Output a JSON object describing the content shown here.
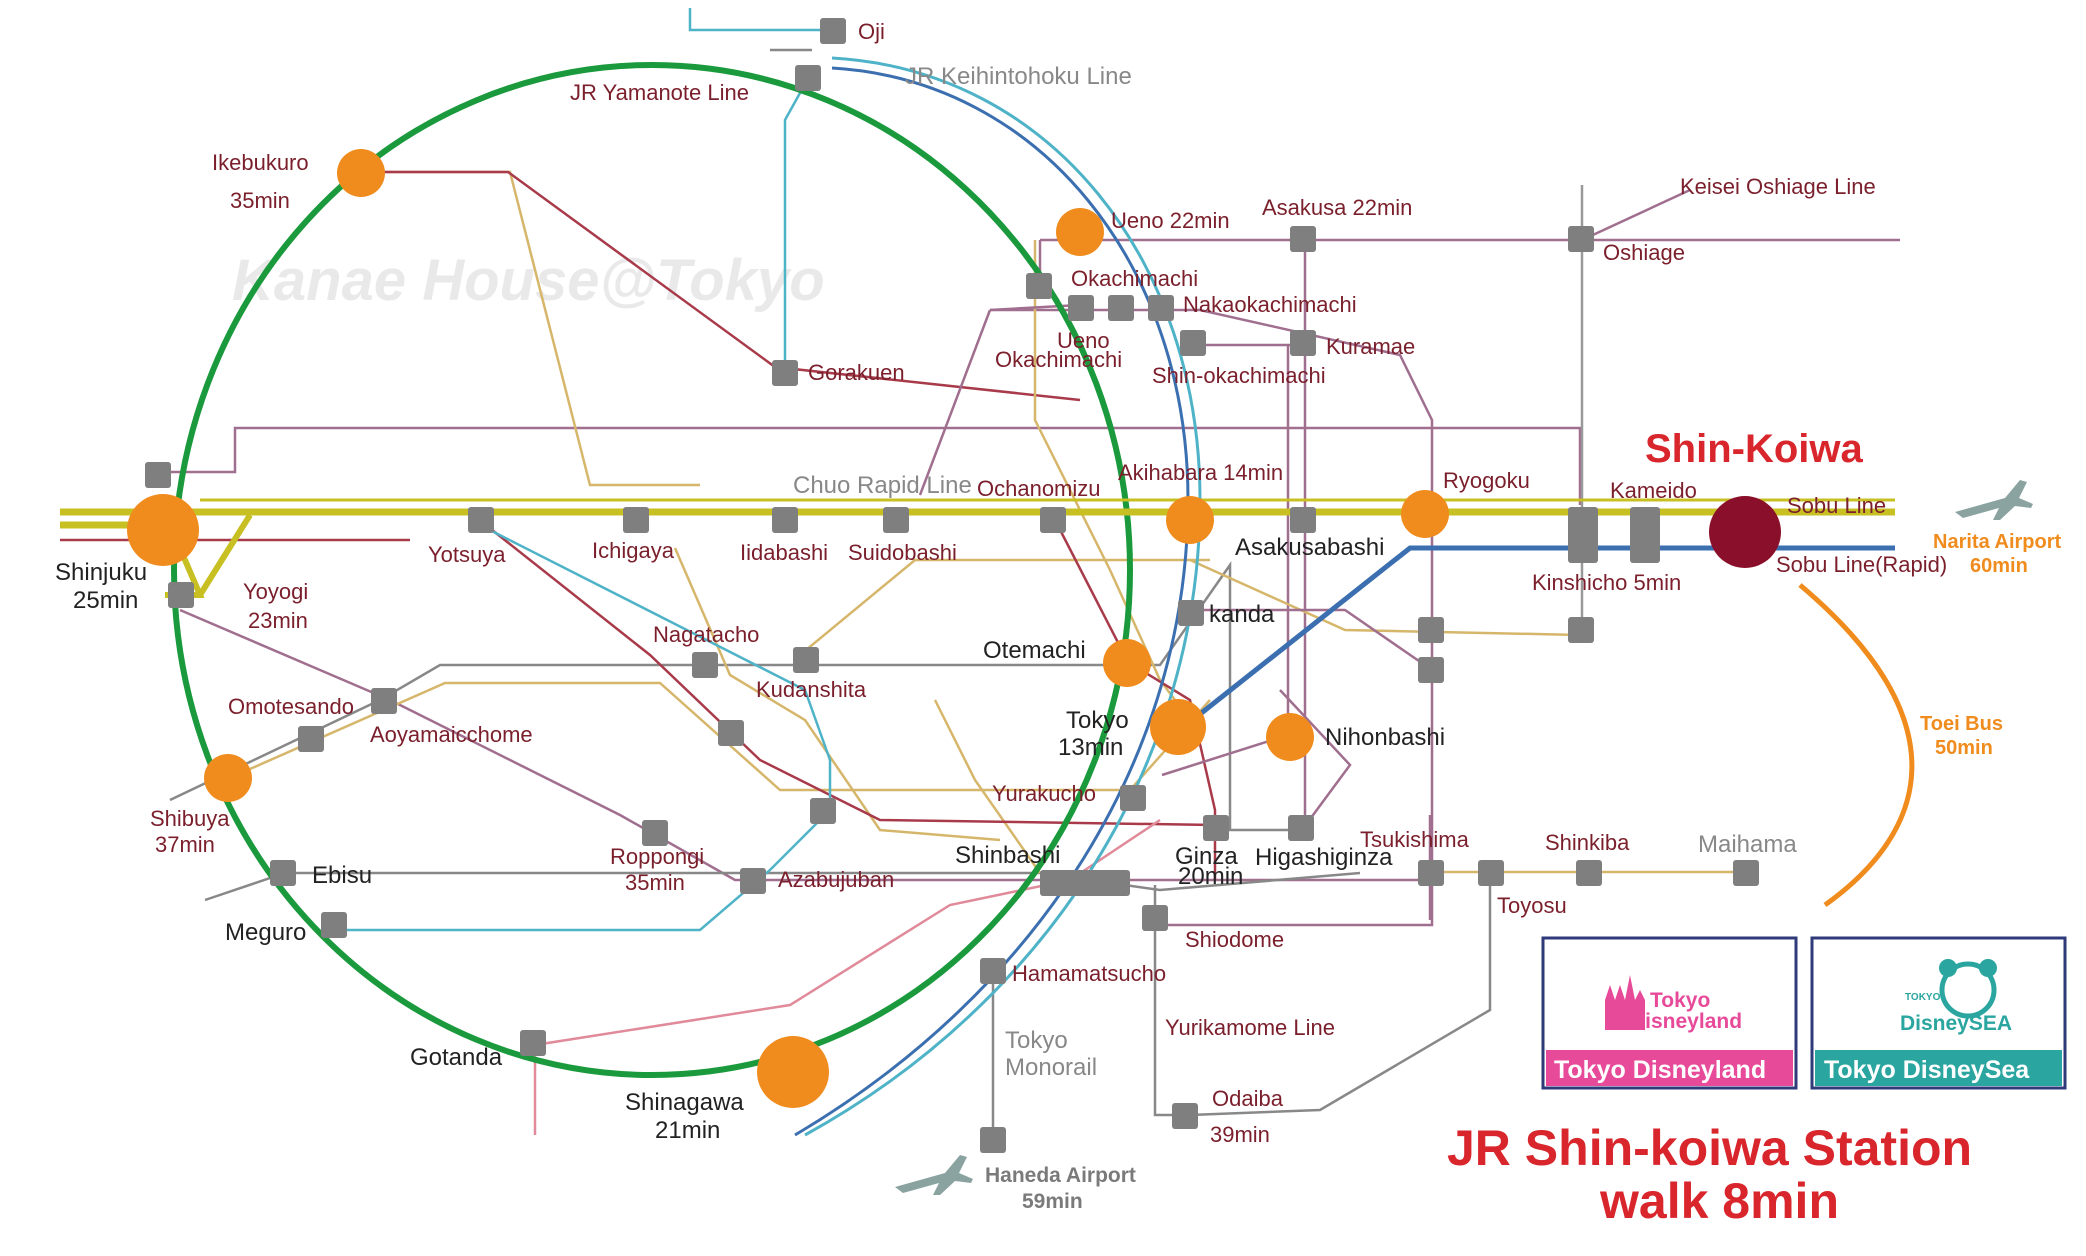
{
  "watermark": "Kanae House@Tokyo",
  "highlight": {
    "name": "Shin-Koiwa",
    "walk_line1": "JR Shin-koiwa Station",
    "walk_line2": "walk 8min"
  },
  "lines": {
    "yamanote": "JR Yamanote Line",
    "keihintohoku": "JR Keihintohoku Line",
    "keisei": "Keisei Oshiage Line",
    "chuo": "Chuo Rapid Line",
    "sobu": "Sobu Line",
    "sobu_rapid": "Sobu Line(Rapid)",
    "monorail_1": "Tokyo",
    "monorail_2": "Monorail",
    "yurikamome": "Yurikamome Line"
  },
  "airports": {
    "narita_1": "Narita Airport",
    "narita_2": "60min",
    "haneda_1": "Haneda Airport",
    "haneda_2": "59min"
  },
  "bus": {
    "line1": "Toei Bus",
    "line2": "50min"
  },
  "disney": {
    "land_logo_1": "Tokyo",
    "land_logo_2": "Disneyland",
    "land_label": "Tokyo Disneyland",
    "sea_logo_1": "TOKYO",
    "sea_logo_2": "DisneySEA",
    "sea_label": "Tokyo DisneySea"
  },
  "stations": {
    "oji": "Oji",
    "ikebukuro": "Ikebukuro",
    "ikebukuro_t": "35min",
    "ueno": "Ueno 22min",
    "asakusa": "Asakusa 22min",
    "oshiage": "Oshiage",
    "okachimachi": "Okachimachi",
    "nakaokachimachi": "Nakaokachimachi",
    "ueno_okachimachi_1": "Ueno",
    "ueno_okachimachi_2": "Okachimachi",
    "shin_okachimachi": "Shin-okachimachi",
    "kuramae": "Kuramae",
    "gorakuen": "Gorakuen",
    "ochanomizu": "Ochanomizu",
    "akihabara": "Akihabara 14min",
    "ryogoku": "Ryogoku",
    "kameido": "Kameido",
    "kinshicho": "Kinshicho 5min",
    "asakusabashi": "Asakusabashi",
    "shinjuku": "Shinjuku",
    "shinjuku_t": "25min",
    "yoyogi": "Yoyogi",
    "yoyogi_t": "23min",
    "yotsuya": "Yotsuya",
    "ichigaya": "Ichigaya",
    "iidabashi": "Iidabashi",
    "suidobashi": "Suidobashi",
    "kanda": "kanda",
    "nagatacho": "Nagatacho",
    "kudanshita": "Kudanshita",
    "otemachi": "Otemachi",
    "tokyo": "Tokyo",
    "tokyo_t": "13min",
    "nihonbashi": "Nihonbashi",
    "omotesando": "Omotesando",
    "aoyamaicchome": "Aoyamaicchome",
    "shibuya": "Shibuya",
    "shibuya_t": "37min",
    "yurakucho": "Yurakucho",
    "roppongi": "Roppongi",
    "roppongi_t": "35min",
    "azabujuban": "Azabujuban",
    "shinbashi": "Shinbashi",
    "ginza": "Ginza",
    "ginza_t": "20min",
    "higashiginza": "Higashiginza",
    "tsukishima": "Tsukishima",
    "shinkiba": "Shinkiba",
    "maihama": "Maihama",
    "toyosu": "Toyosu",
    "ebisu": "Ebisu",
    "meguro": "Meguro",
    "shiodome": "Shiodome",
    "hamamatsucho": "Hamamatsucho",
    "gotanda": "Gotanda",
    "shinagawa": "Shinagawa",
    "shinagawa_t": "21min",
    "odaiba": "Odaiba",
    "odaiba_t": "39min"
  },
  "colors": {
    "yamanote": "#1a9a3c",
    "chuo_sobu": "#c8c023",
    "sobu_rapid": "#3b6fb0",
    "subway_red": "#a83a4a",
    "keihin_cyan": "#4fb3c8",
    "station_major": "#f08c1e",
    "station_minor": "#7f7f7f",
    "highlight": "#8a0f2a",
    "disneyland": "#e84a9a",
    "disneysea": "#2aa59f"
  }
}
